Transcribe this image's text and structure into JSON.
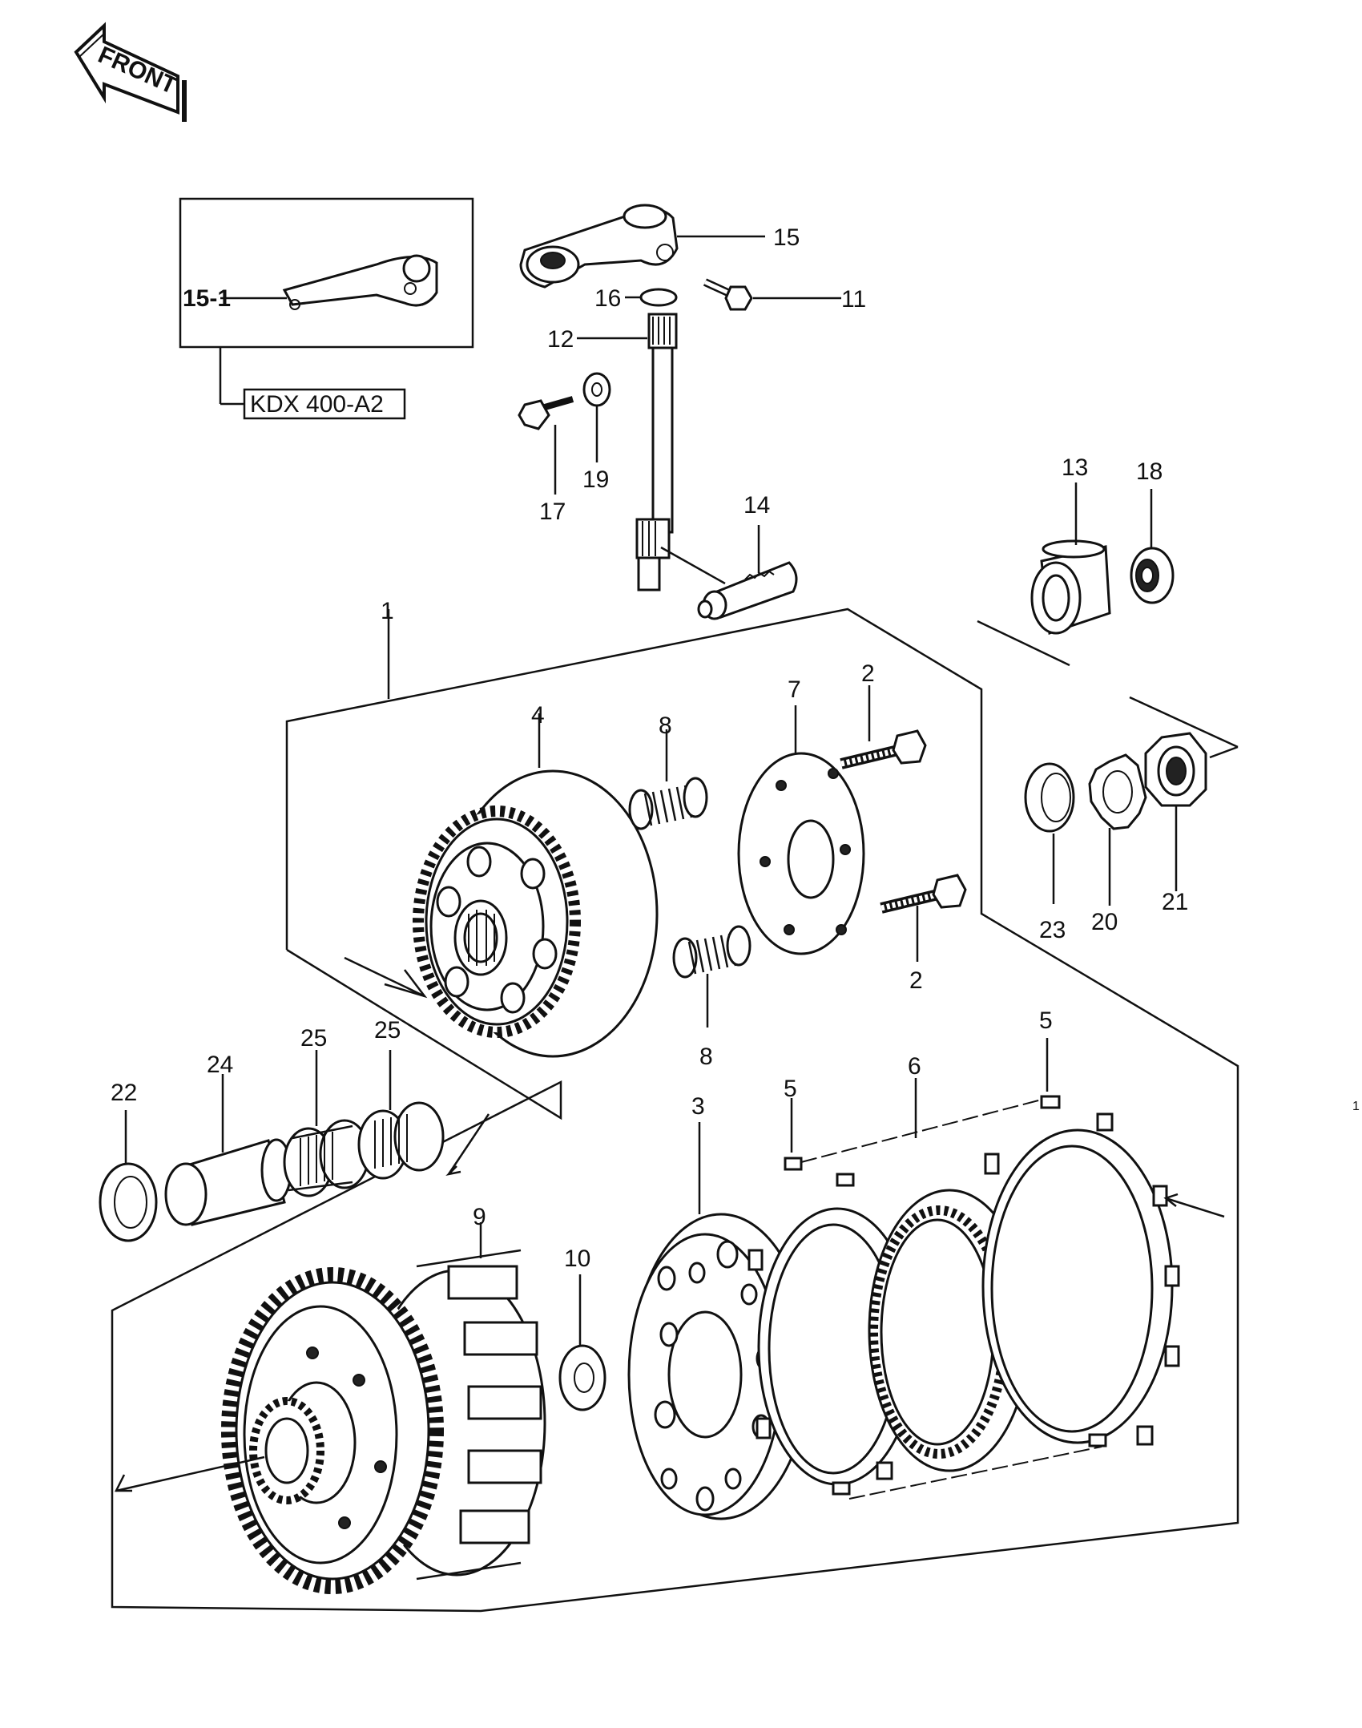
{
  "front_label": "FRONT",
  "model_label": "KDX 400-A2",
  "part_labels": {
    "p1": "1",
    "p2a": "2",
    "p2b": "2",
    "p3": "3",
    "p4": "4",
    "p5a": "5",
    "p5b": "5",
    "p6": "6",
    "p7": "7",
    "p8a": "8",
    "p8b": "8",
    "p9": "9",
    "p10": "10",
    "p11": "11",
    "p12": "12",
    "p13": "13",
    "p14": "14",
    "p15": "15",
    "p15_1": "15-1",
    "p16": "16",
    "p17": "17",
    "p18": "18",
    "p19": "19",
    "p20": "20",
    "p21": "21",
    "p22": "22",
    "p23": "23",
    "p24": "24",
    "p25a": "25",
    "p25b": "25"
  },
  "edge_mark": "1"
}
